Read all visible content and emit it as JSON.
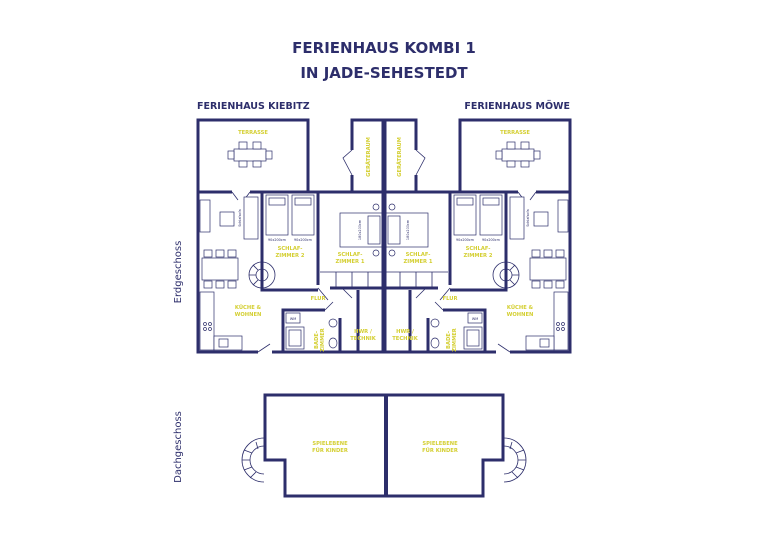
{
  "title": {
    "line1": "FERIENHAUS KOMBI 1",
    "line2": "IN JADE-SEHESTEDT"
  },
  "houses": {
    "left": "FERIENHAUS KIEBITZ",
    "right": "FERIENHAUS MÖWE"
  },
  "floors": {
    "ground": "Erdgeschoss",
    "attic": "Dachgeschoss"
  },
  "rooms": {
    "terrace": "TERRASSE",
    "shed": "GERÄTERAUM",
    "bedroom2_l1": "SCHLAF-",
    "bedroom2_l2": "ZIMMER 2",
    "bedroom1_l1": "SCHLAF-",
    "bedroom1_l2": "ZIMMER 1",
    "hall": "FLUR",
    "kitchen_l1": "KÜCHE &",
    "kitchen_l2": "WOHNEN",
    "bath_l1": "BADE-",
    "bath_l2": "ZIMMER",
    "utility_l1": "HWR /",
    "utility_l2": "TECHNIK",
    "play_l1": "SPIELEBENE",
    "play_l2": "FÜR KINDER"
  },
  "fixtures": {
    "washer": "WM",
    "single_bed": "90x200cm",
    "double_bed": "180x200cm",
    "sofa": "Schlafsofa"
  },
  "colors": {
    "wall": "#2d2e6b",
    "label": "#d4cf32"
  }
}
